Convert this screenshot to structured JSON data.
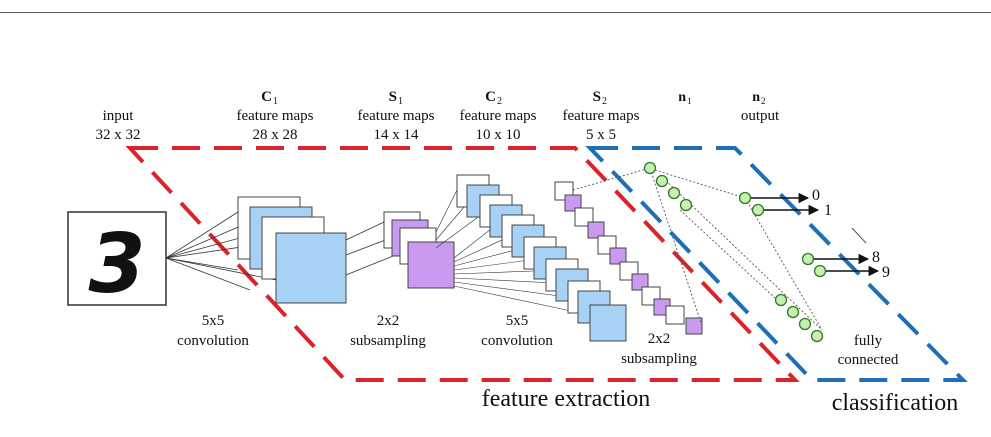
{
  "header_labels": {
    "input": "input",
    "input_size": "32 x 32",
    "c1": "C",
    "c1_sub": "1",
    "c1_fm": "feature maps",
    "c1_size": "28 x 28",
    "s1": "S",
    "s1_sub": "1",
    "s1_fm": "feature maps",
    "s1_size": "14 x 14",
    "c2": "C",
    "c2_sub": "2",
    "c2_fm": "feature maps",
    "c2_size": "10 x 10",
    "s2": "S",
    "s2_sub": "2",
    "s2_fm": "feature maps",
    "s2_size": "5 x 5",
    "n1": "n",
    "n1_sub": "1",
    "n2": "n",
    "n2_sub": "2",
    "n2_output": "output"
  },
  "operations": {
    "conv1_kernel": "5x5",
    "conv1_name": "convolution",
    "sub1_kernel": "2x2",
    "sub1_name": "subsampling",
    "conv2_kernel": "5x5",
    "conv2_name": "convolution",
    "sub2_kernel": "2x2",
    "sub2_name": "subsampling",
    "fc_line1": "fully",
    "fc_line2": "connected"
  },
  "outputs": {
    "o0": "0",
    "o1": "1",
    "o8": "8",
    "o9": "9"
  },
  "input_digit": "3",
  "regions": {
    "feature_extraction": "feature extraction",
    "classification": "classification"
  },
  "colors": {
    "feature_map_blue": "#a7d2f5",
    "subsample_purple": "#c99af0",
    "neuron_green": "#c9eeb2",
    "feature_extraction_border": "#d8242a",
    "classification_border": "#1e6fb5"
  }
}
